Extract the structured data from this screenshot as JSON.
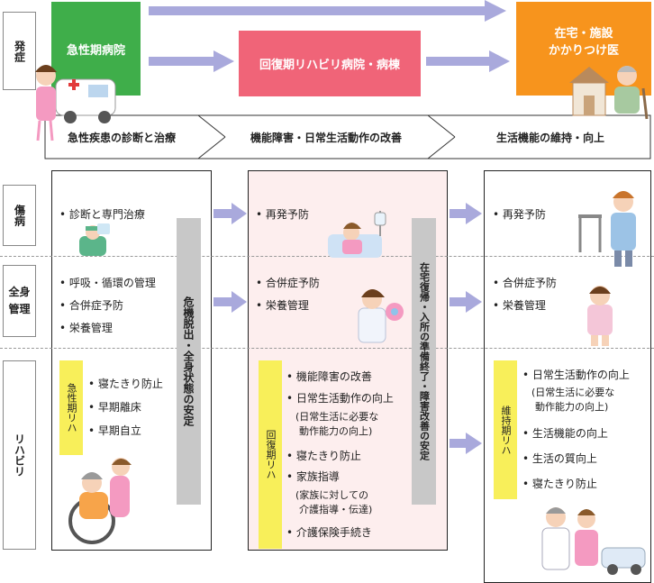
{
  "row_labels": {
    "onset": "発症",
    "injury": "傷病",
    "general": "全身管理",
    "rehab": "リハビリ"
  },
  "stages": {
    "acute": "急性期病院",
    "recovery": "回復期リハビリ病院・病棟",
    "home": "在宅・施設\nかかりつけ医"
  },
  "phases": {
    "acute": "急性疾患の診断と治療",
    "recovery": "機能障害・日常生活動作の改善",
    "maintenance": "生活機能の維持・向上"
  },
  "col1": {
    "injury": [
      "• 診断と専門治療"
    ],
    "general": [
      "• 呼吸・循環の管理",
      "• 合併症予防",
      "• 栄養管理"
    ],
    "rehab_tag": "急性期リハ",
    "rehab": [
      "• 寝たきり防止",
      "• 早期離床",
      "• 早期自立"
    ],
    "bar": "危機脱出・全身状態の安定"
  },
  "col2": {
    "injury": [
      "• 再発予防"
    ],
    "general": [
      "• 合併症予防",
      "• 栄養管理"
    ],
    "rehab_tag": "回復期リハ",
    "rehab": [
      "• 機能障害の改善",
      "• 日常生活動作の向上",
      "(日常生活に必要な",
      "動作能力の向上)",
      "• 寝たきり防止",
      "• 家族指導",
      "(家族に対しての",
      "介護指導・伝達)",
      "• 介護保険手続き"
    ],
    "bar": "在宅復帰・入所の準備終了・障害改善の安定"
  },
  "col3": {
    "injury": [
      "• 再発予防"
    ],
    "general": [
      "• 合併症予防",
      "• 栄養管理"
    ],
    "rehab_tag": "維持期リハ",
    "rehab": [
      "• 日常生活動作の向上",
      "(日常生活に必要な",
      "動作能力の向上)",
      "• 生活機能の向上",
      "• 生活の質向上",
      "• 寝たきり防止"
    ]
  },
  "colors": {
    "acute": "#3fae4a",
    "recovery": "#f06478",
    "home": "#f7941d",
    "arrow": "#a9a9dc",
    "recovery_panel": "#fdeeee",
    "tag": "#f8ef5a"
  }
}
